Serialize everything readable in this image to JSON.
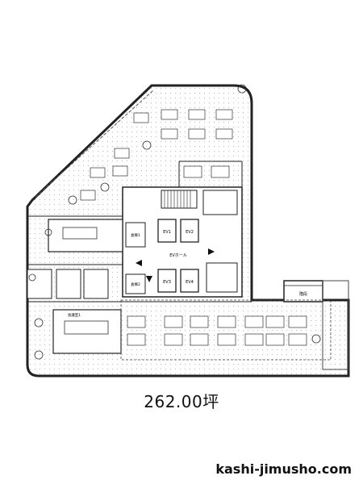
{
  "floor_plan": {
    "area_label": "262.00坪",
    "elevator_labels": [
      "EV1",
      "EV2",
      "EV3",
      "EV4"
    ],
    "room_labels": {
      "room_small_1": "倉庫1",
      "room_small_2": "倉庫2",
      "lobby": "EVホール",
      "meeting_large": "会議室1",
      "stair_east": "階段"
    }
  },
  "footer": {
    "site": "kashi-jimusho.com"
  }
}
